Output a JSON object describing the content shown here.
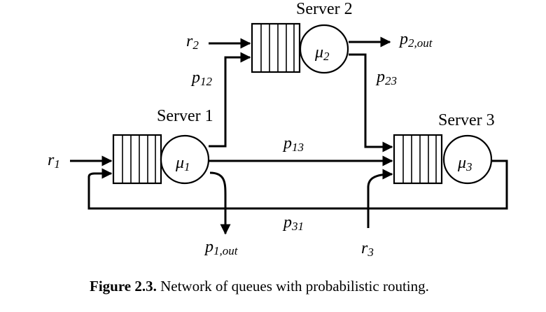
{
  "servers": [
    {
      "title": "Server 1",
      "rate_symbol": "μ",
      "rate_sub": "1"
    },
    {
      "title": "Server 2",
      "rate_symbol": "μ",
      "rate_sub": "2"
    },
    {
      "title": "Server 3",
      "rate_symbol": "μ",
      "rate_sub": "3"
    }
  ],
  "arrivals": [
    {
      "symbol": "r",
      "sub": "1"
    },
    {
      "symbol": "r",
      "sub": "2"
    },
    {
      "symbol": "r",
      "sub": "3"
    }
  ],
  "routes": [
    {
      "symbol": "p",
      "sub": "12"
    },
    {
      "symbol": "p",
      "sub": "13"
    },
    {
      "symbol": "p",
      "sub": "23"
    },
    {
      "symbol": "p",
      "sub": "31"
    }
  ],
  "exits": [
    {
      "symbol": "p",
      "sub": "1,out"
    },
    {
      "symbol": "p",
      "sub": "2,out"
    }
  ],
  "caption": {
    "label": "Figure 2.3.",
    "text": "Network of queues with probabilistic routing."
  }
}
